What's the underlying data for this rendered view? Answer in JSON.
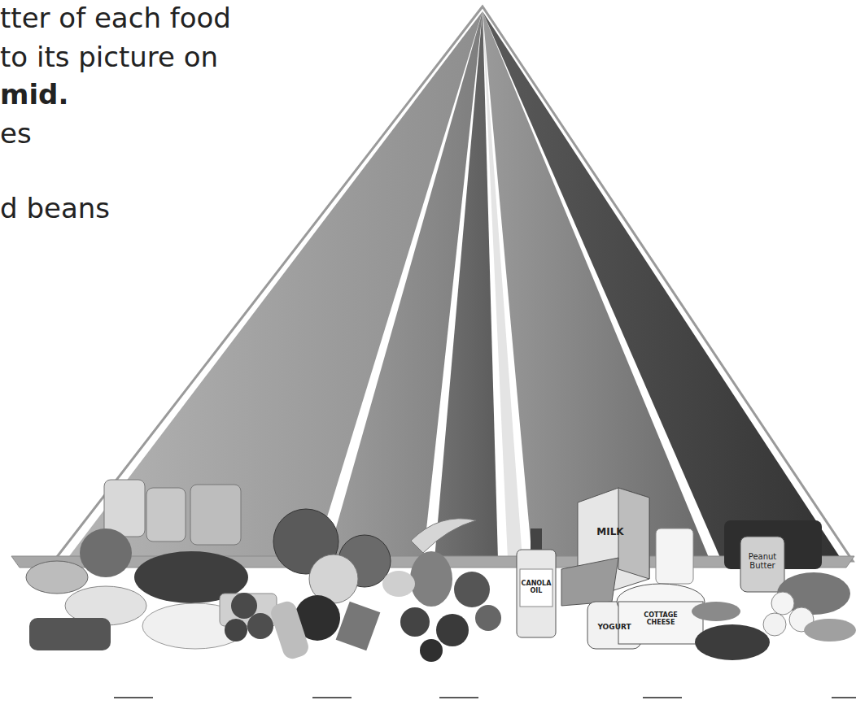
{
  "diagram": {
    "labels": [
      "tter of each food",
      "to its picture on",
      "mid.",
      "es",
      "d beans",
      "CANOLA OIL",
      "MILK",
      "COTTAGE CHEESE",
      "YOGURT",
      "Peanut Butter"
    ]
  }
}
